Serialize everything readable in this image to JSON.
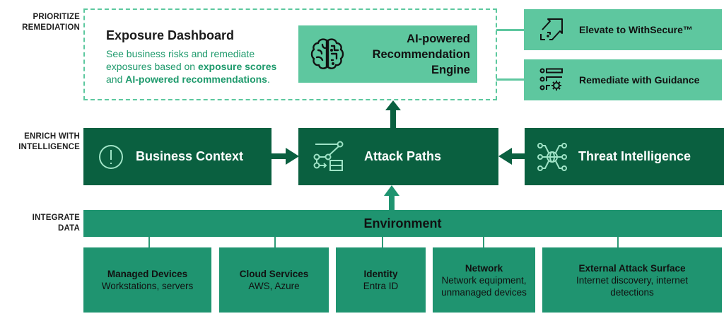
{
  "row_labels": {
    "prioritize": [
      "PRIORITIZE",
      "REMEDIATION"
    ],
    "enrich": [
      "ENRICH WITH",
      "INTELLIGENCE"
    ],
    "integrate": [
      "INTEGRATE",
      "DATA"
    ]
  },
  "dashboard": {
    "title": "Exposure Dashboard",
    "desc_part1": "See business risks and remediate exposures based on ",
    "desc_bold1": "exposure scores",
    "desc_part2": " and ",
    "desc_bold2": "AI-powered recommendations",
    "desc_part3": "."
  },
  "ai_engine": {
    "lines": [
      "AI-powered",
      "Recommendation",
      "Engine"
    ],
    "icon": "brain-circuit-icon"
  },
  "actions": [
    {
      "label": "Elevate to WithSecure™",
      "icon": "elevate-arrow-icon"
    },
    {
      "label": "Remediate with Guidance",
      "icon": "list-gear-icon"
    }
  ],
  "intelligence": {
    "business_context": {
      "label": "Business Context",
      "icon": "exclamation-circle-icon"
    },
    "attack_paths": {
      "label": "Attack Paths",
      "icon": "attack-path-icon"
    },
    "threat_intelligence": {
      "label": "Threat Intelligence",
      "icon": "globe-network-icon"
    }
  },
  "environment": {
    "label": "Environment"
  },
  "sources": [
    {
      "title": "Managed Devices",
      "lines": [
        "Workstations, servers"
      ]
    },
    {
      "title": "Cloud Services",
      "lines": [
        "AWS, Azure"
      ]
    },
    {
      "title": "Identity",
      "lines": [
        "Entra ID"
      ]
    },
    {
      "title": "Network",
      "lines": [
        "Network equipment,",
        "unmanaged devices"
      ]
    },
    {
      "title": "External Attack Surface",
      "lines": [
        "Internet discovery, internet",
        "detections"
      ]
    }
  ],
  "colors": {
    "light_green": "#5ec79f",
    "dark_green": "#0a6040",
    "mid_green": "#1f9470",
    "accent_text": "#1e9a6c"
  }
}
